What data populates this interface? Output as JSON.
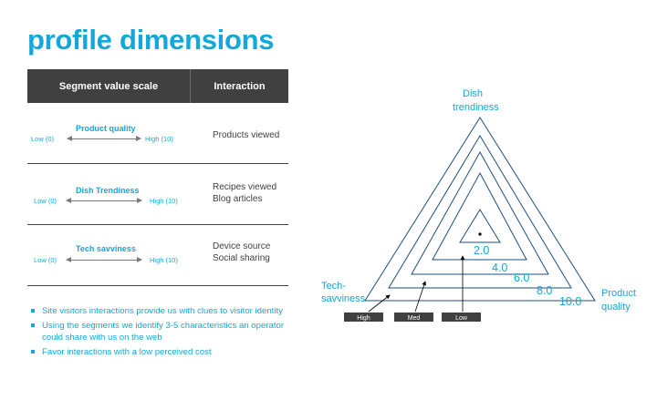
{
  "title": "profile dimensions",
  "table": {
    "headers": [
      "Segment value scale",
      "Interaction"
    ],
    "rows": [
      {
        "segment": "Product quality",
        "low": "Low (0)",
        "high": "High (10)",
        "interaction": [
          "Products viewed"
        ]
      },
      {
        "segment": "Dish Trendiness",
        "low": "Low (0)",
        "high": "High (10)",
        "interaction": [
          "Recipes viewed",
          "Blog articles"
        ]
      },
      {
        "segment": "Tech savviness",
        "low": "Low (0)",
        "high": "High (10)",
        "interaction": [
          "Device source",
          "Social sharing"
        ]
      }
    ]
  },
  "bullets": [
    "Site visitors interactions provide us with clues to visitor identity",
    "Using the segments we identify 3-5 characteristics an operator could share with us on the web",
    "Favor interactions with a low perceived cost"
  ],
  "radar": {
    "top_label": [
      "Dish",
      "trendiness"
    ],
    "right_label": [
      "Product",
      "quality"
    ],
    "left_label": [
      "Tech-",
      "savviness"
    ],
    "rings": [
      "2.0",
      "4.0",
      "6.0",
      "8.0",
      "10.0"
    ],
    "levels": [
      "High",
      "Med",
      "Low"
    ],
    "line_color": "#1f4e79",
    "text_color": "#13a8d9",
    "box_color": "#404040"
  }
}
